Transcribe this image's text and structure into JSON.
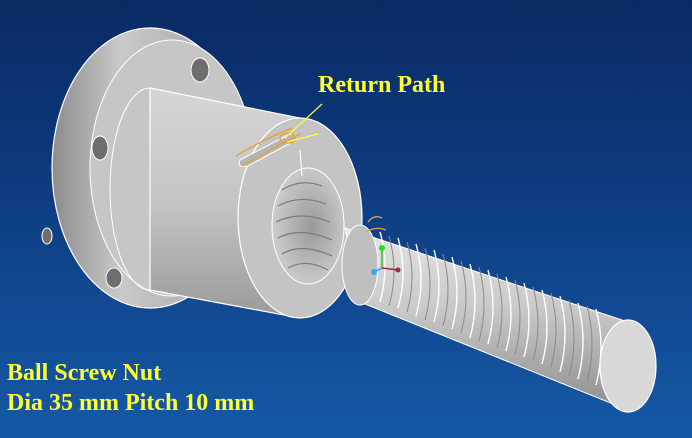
{
  "viewport": {
    "background_top": "#0a2a63",
    "background_bottom": "#1559a6"
  },
  "annotations": {
    "return_path_label": "Return Path"
  },
  "caption": {
    "line1": "Ball Screw Nut",
    "line2": "Dia 35 mm Pitch 10 mm"
  },
  "colors": {
    "label_text": "#ffff33",
    "part_body": "#c8c8c8",
    "edge_lines": "#ffffff",
    "highlight_curve": "#e6a03a"
  },
  "icons": {
    "axis_triad": "axis-triad-icon"
  }
}
